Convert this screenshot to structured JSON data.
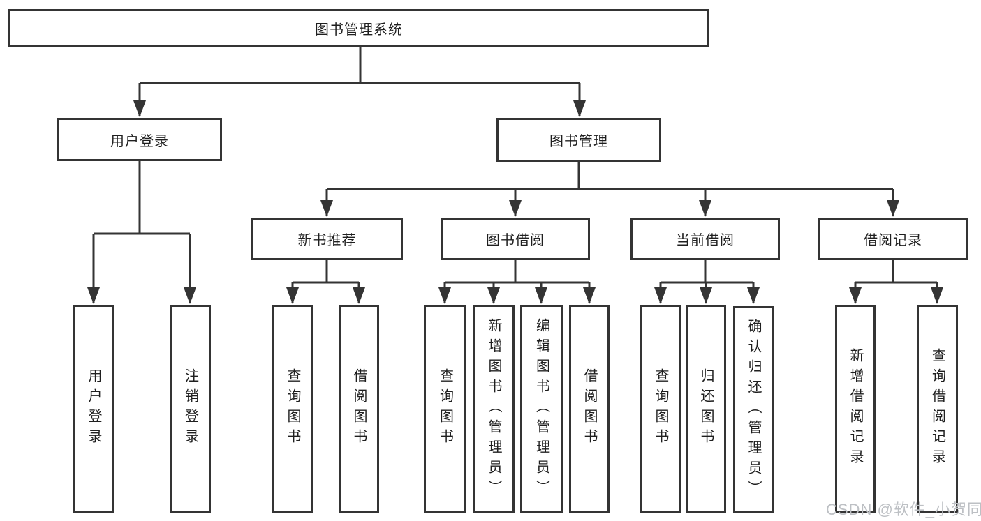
{
  "tree": {
    "root": {
      "label": "图书管理系统"
    },
    "branches": [
      {
        "label": "用户登录",
        "leaves": [
          {
            "label": "用户登录"
          },
          {
            "label": "注销登录"
          }
        ]
      },
      {
        "label": "图书管理",
        "groups": [
          {
            "label": "新书推荐",
            "leaves": [
              {
                "label": "查询图书"
              },
              {
                "label": "借阅图书"
              }
            ]
          },
          {
            "label": "图书借阅",
            "leaves": [
              {
                "label": "查询图书"
              },
              {
                "label": "新增图书（管理员）"
              },
              {
                "label": "编辑图书（管理员）"
              },
              {
                "label": "借阅图书"
              }
            ]
          },
          {
            "label": "当前借阅",
            "leaves": [
              {
                "label": "查询图书"
              },
              {
                "label": "归还图书"
              },
              {
                "label": "确认归还（管理员）"
              }
            ]
          },
          {
            "label": "借阅记录",
            "leaves": [
              {
                "label": "新增借阅记录"
              },
              {
                "label": "查询借阅记录"
              }
            ]
          }
        ]
      }
    ]
  },
  "watermark": {
    "text": "CSDN @软件_小贺同学"
  },
  "colors": {
    "line": "#343434",
    "box_border": "#343434",
    "text": "#1f1f1f",
    "watermark": "#bdc0c4"
  }
}
